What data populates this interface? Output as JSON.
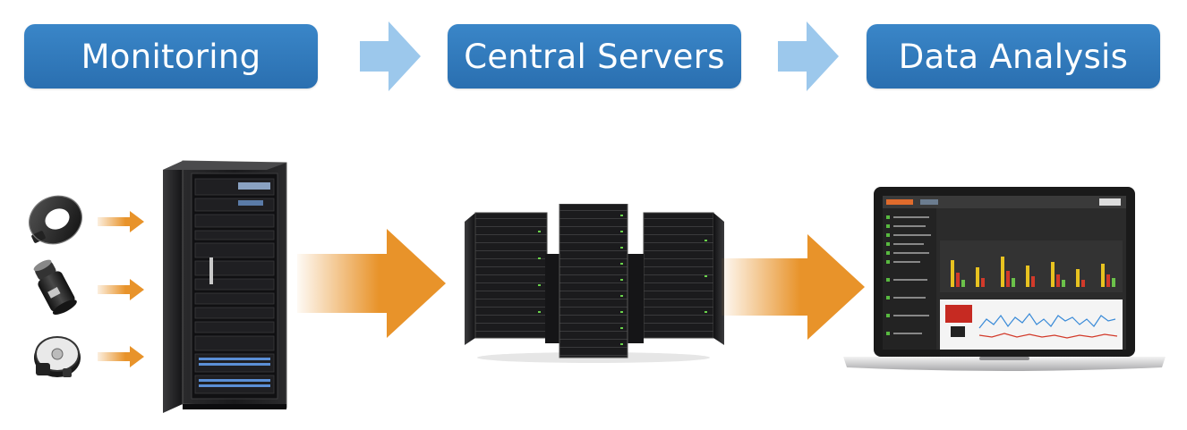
{
  "stages": [
    {
      "label": "Monitoring"
    },
    {
      "label": "Central Servers"
    },
    {
      "label": "Data Analysis"
    }
  ],
  "colors": {
    "stage_blue": "#2e77b8",
    "chevron_blue": "#9cc8ec",
    "flow_orange": "#e8932a",
    "hardware_dark": "#1c1c1e"
  },
  "icons": {
    "sensors": [
      "clamp-sensor-icon",
      "cylindrical-probe-sensor-icon",
      "disc-sensor-icon"
    ],
    "rack": "server-rack-icon",
    "cluster": "server-cluster-icon",
    "laptop": "laptop-dashboard-icon"
  }
}
